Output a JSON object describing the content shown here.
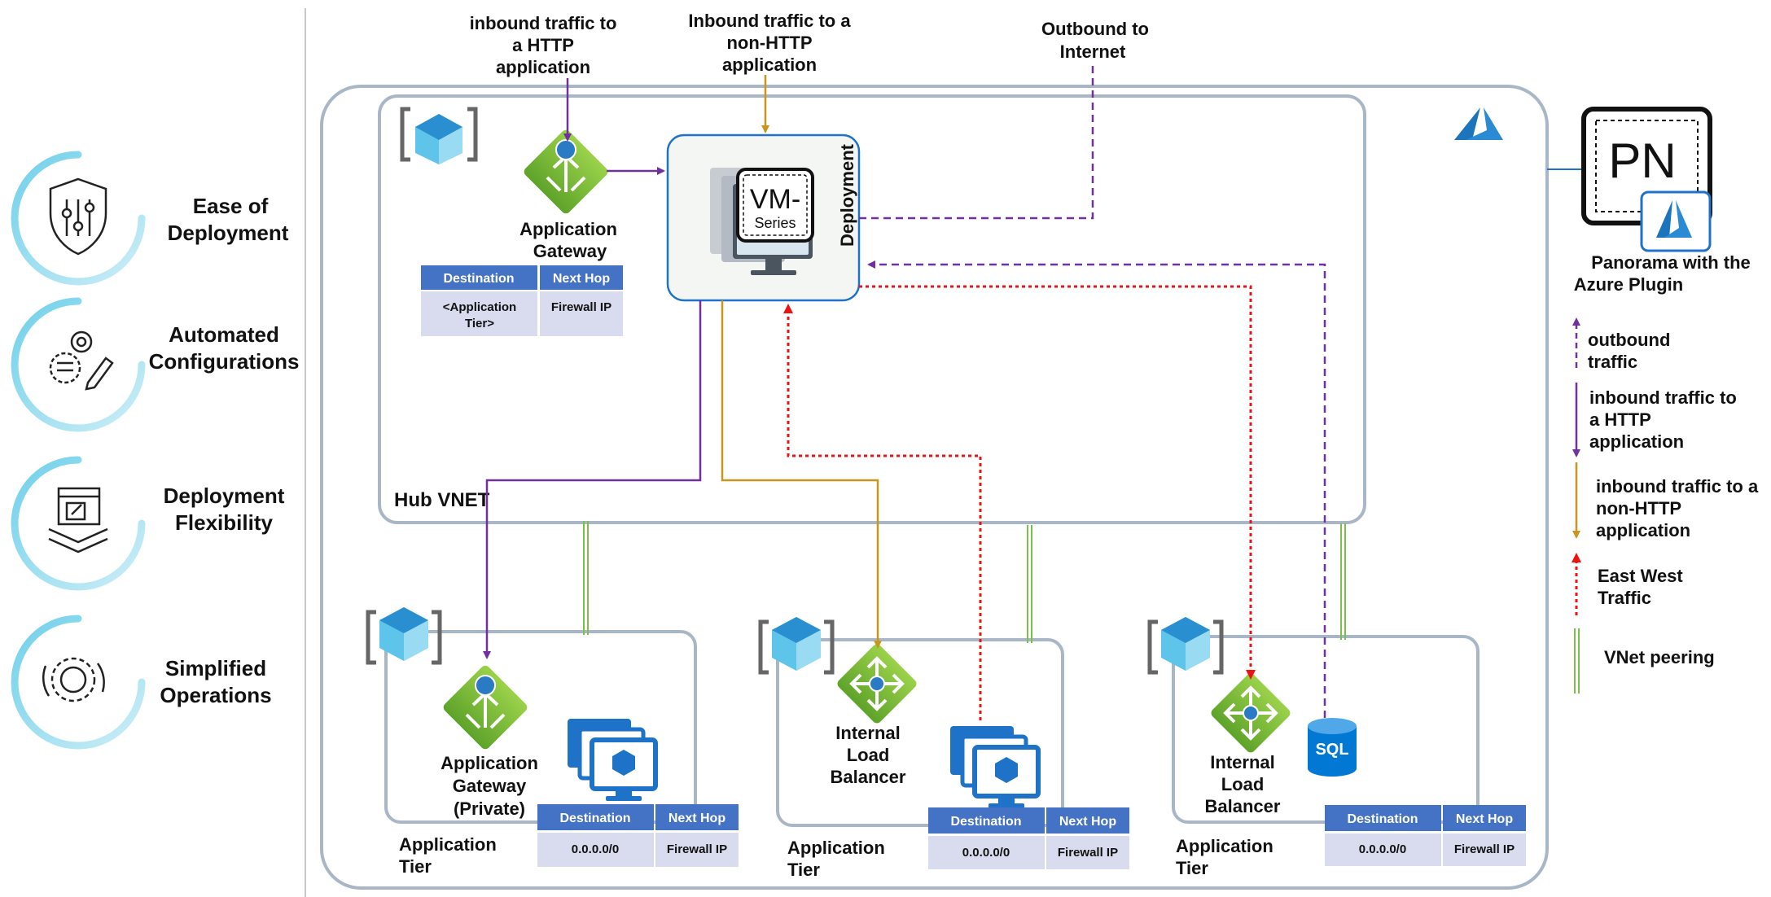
{
  "features": [
    {
      "line1": "Ease of",
      "line2": "Deployment"
    },
    {
      "line1": "Automated",
      "line2": "Configurations"
    },
    {
      "line1": "Deployment",
      "line2": "Flexibility"
    },
    {
      "line1": "Simplified",
      "line2": "Operations"
    }
  ],
  "top_labels": {
    "http": {
      "line1": "inbound traffic to",
      "line2": "a HTTP",
      "line3": "application"
    },
    "nonhttp": {
      "line1": "Inbound traffic to a",
      "line2": "non-HTTP",
      "line3": "application"
    },
    "outbound": {
      "line1": "Outbound to",
      "line2": "Internet"
    }
  },
  "hub": {
    "label": "Hub VNET",
    "app_gateway": {
      "line1": "Application",
      "line2": "Gateway"
    },
    "vm_series": {
      "line1": "VM-",
      "line2": "Series"
    },
    "deployment_label": "Deployment",
    "route_table": {
      "headers": [
        "Destination",
        "Next Hop"
      ],
      "row1": [
        "<Application",
        "Firewall IP"
      ],
      "row1b": "Tier>"
    }
  },
  "spokes": [
    {
      "service": {
        "line1": "Application",
        "line2": "Gateway",
        "line3": "(Private)"
      },
      "tier": {
        "line1": "Application",
        "line2": "Tier"
      },
      "table": {
        "headers": [
          "Destination",
          "Next Hop"
        ],
        "row": [
          "0.0.0.0/0",
          "Firewall IP"
        ]
      }
    },
    {
      "service": {
        "line1": "Internal",
        "line2": "Load",
        "line3": "Balancer"
      },
      "tier": {
        "line1": "Application",
        "line2": "Tier"
      },
      "table": {
        "headers": [
          "Destination",
          "Next Hop"
        ],
        "row": [
          "0.0.0.0/0",
          "Firewall IP"
        ]
      }
    },
    {
      "service": {
        "line1": "Internal",
        "line2": "Load",
        "line3": "Balancer"
      },
      "tier": {
        "line1": "Application",
        "line2": "Tier"
      },
      "sql_label": "SQL",
      "table": {
        "headers": [
          "Destination",
          "Next Hop"
        ],
        "row": [
          "0.0.0.0/0",
          "Firewall IP"
        ]
      }
    }
  ],
  "panorama": {
    "logo_text": "PN",
    "line1": "Panorama with the",
    "line2": "Azure Plugin"
  },
  "legend": [
    {
      "line1": "outbound",
      "line2": "traffic",
      "color": "#7030a0"
    },
    {
      "line1": "inbound traffic to",
      "line2": "a HTTP",
      "line3": "application",
      "color": "#7030a0"
    },
    {
      "line1": "inbound traffic to a",
      "line2": "non-HTTP",
      "line3": "application",
      "color": "#c8951e"
    },
    {
      "line1": "East West",
      "line2": "Traffic",
      "color": "#ee1111"
    },
    {
      "line1": "VNet peering",
      "color": "#7cbf4a"
    }
  ],
  "colors": {
    "purple": "#7030a0",
    "gold": "#c8951e",
    "red": "#ee1111",
    "green": "#7cbf4a",
    "table_header": "#4472c4",
    "table_cell": "#d9dcee",
    "vnet_border": "#a9b6c6",
    "azure_blue": "#1e73c8"
  }
}
